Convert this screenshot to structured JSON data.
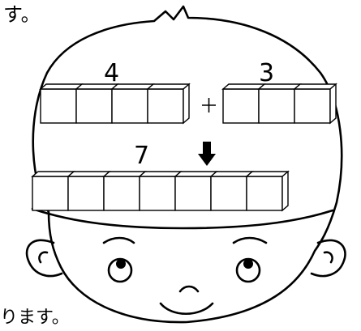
{
  "text": {
    "top_fragment": "す。",
    "bottom_fragment": "ります。"
  },
  "equation": {
    "addend_a": "4",
    "plus_sign": "+",
    "addend_b": "3",
    "sum": "7"
  },
  "blocks": {
    "addend_a_count": 4,
    "addend_b_count": 3,
    "sum_count": 7
  },
  "colors": {
    "line": "#000000",
    "background": "#ffffff"
  },
  "icons": [
    "arrow-down-icon"
  ]
}
